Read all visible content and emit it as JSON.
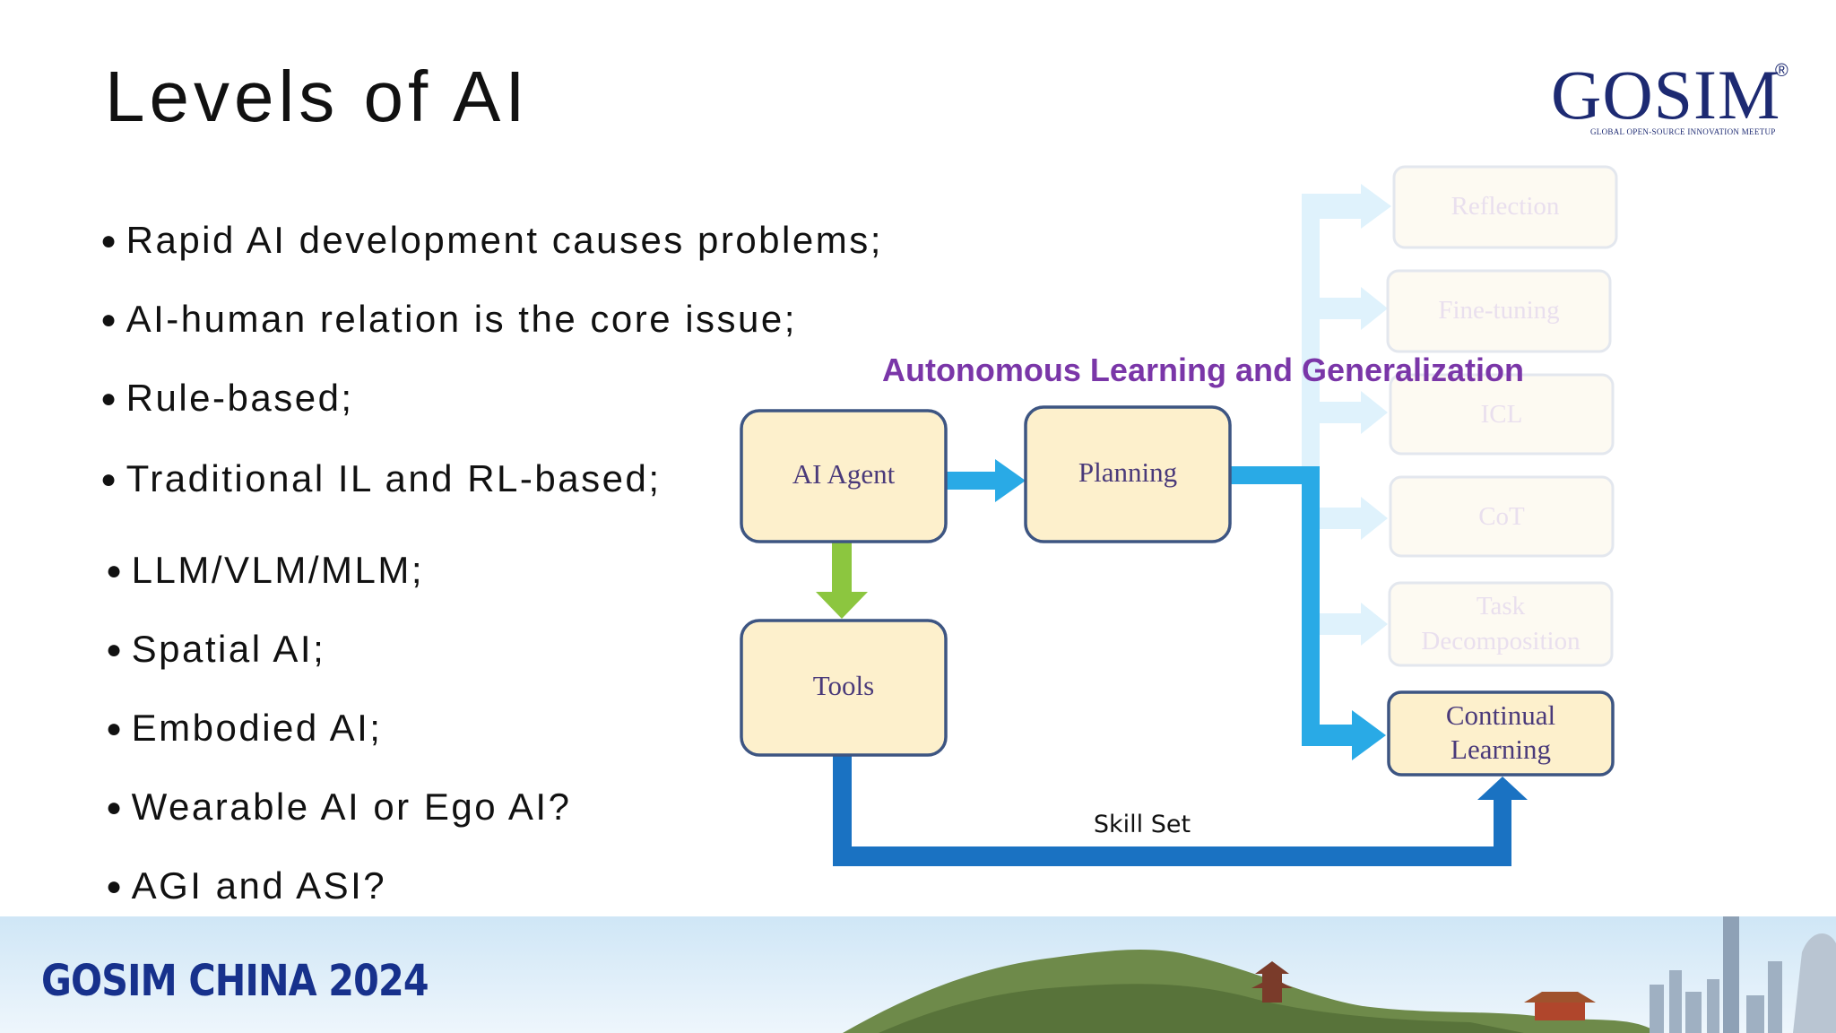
{
  "slide": {
    "title": "Levels of AI",
    "logo": {
      "word": "GOSIM",
      "registered": "®",
      "tagline": "GLOBAL OPEN-SOURCE INNOVATION MEETUP"
    }
  },
  "bullets": [
    "Rapid AI development causes problems;",
    "AI-human relation is the core issue;",
    "Rule-based;",
    "Traditional IL and RL-based;",
    "LLM/VLM/MLM;",
    "Spatial AI;",
    "Embodied AI;",
    "Wearable AI or Ego AI?",
    "AGI and ASI?"
  ],
  "bullet_marker": "●",
  "diagram": {
    "heading": "Autonomous Learning and Generalization",
    "nodes": {
      "agent": "AI Agent",
      "planning": "Planning",
      "tools": "Tools",
      "reflection": "Reflection",
      "finetuning": "Fine-tuning",
      "icl": "ICL",
      "cot": "CoT",
      "task_line1": "Task",
      "task_line2": "Decomposition",
      "continual_line1": "Continual",
      "continual_line2": "Learning"
    },
    "edge_label": "Skill Set",
    "colors": {
      "node_fill": "#fdf0cc",
      "node_border": "#3d5582",
      "node_text": "#4a3a7a",
      "heading": "#7a36a8",
      "arrow_cyan": "#29aae6",
      "arrow_blue": "#1a72c2",
      "arrow_green": "#8cc63f"
    }
  },
  "footer": {
    "text": "GOSIM CHINA 2024"
  }
}
